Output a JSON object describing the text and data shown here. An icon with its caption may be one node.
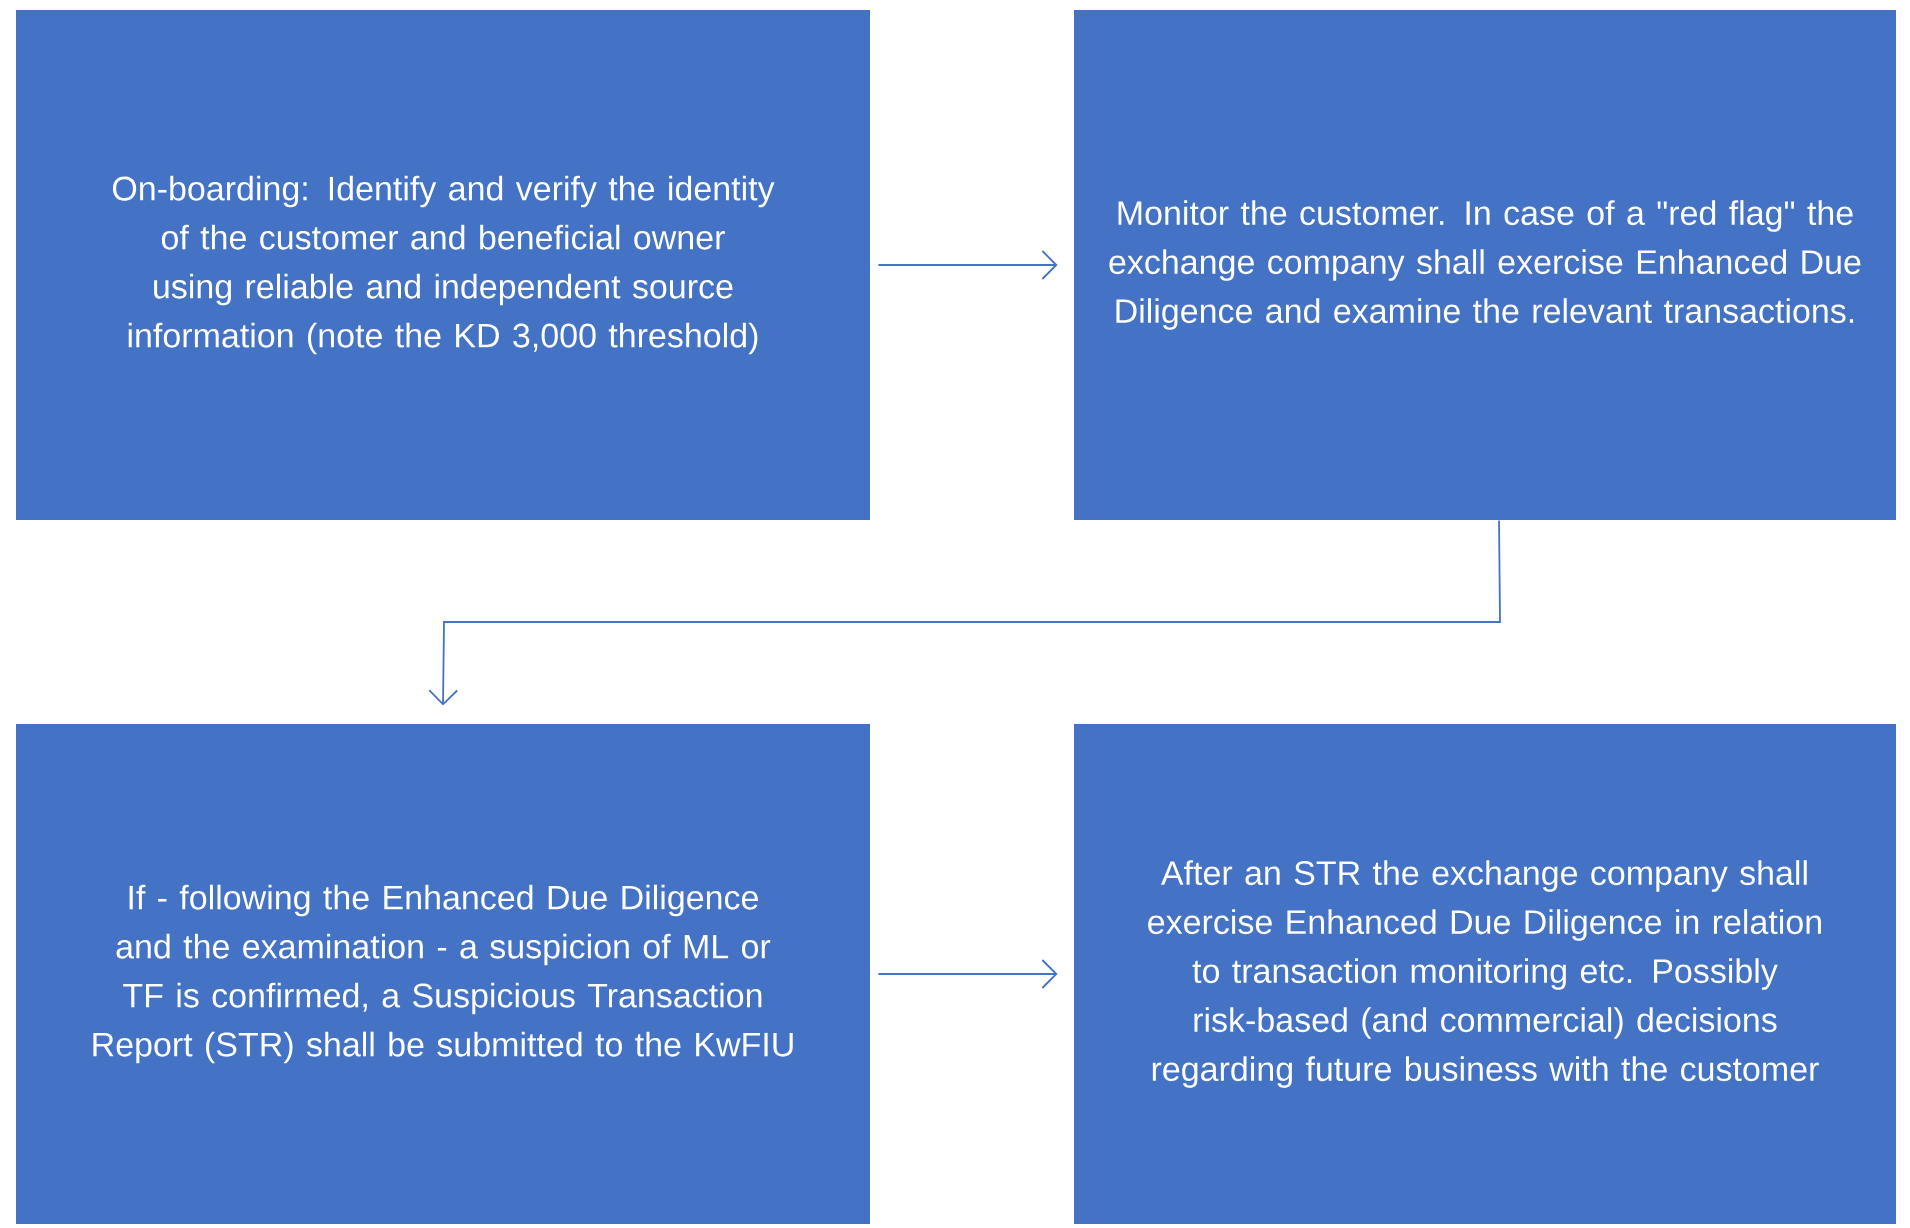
{
  "diagram": {
    "nodes": [
      {
        "text": [
          "On-boarding: Identify and verify the identity of the customer and beneficial owner using reliable and independent source information (note the KD 3,000 threshold)"
        ]
      },
      {
        "text": [
          "Monitor the customer. In case of a \"red flag\" the exchange company shall exercise Enhanced Due Diligence and examine the relevant transactions."
        ]
      },
      {
        "text": [
          "If - following the Enhanced Due Diligence and the examination - a suspicion of ML or TF is confirmed, a Suspicious Transaction Report (STR) shall be submitted to the KwFIU"
        ]
      },
      {
        "text": [
          "After an STR the exchange company shall exercise Enhanced Due Diligence in relation to transaction monitoring etc. Possibly risk-based (and commercial) decisions regarding future business with the customer"
        ]
      }
    ],
    "edges": [
      {
        "from": 0,
        "to": 1,
        "arrow": "to"
      },
      {
        "from": 1,
        "to": 2,
        "arrow": "to"
      },
      {
        "from": 2,
        "to": 3,
        "arrow": "to"
      }
    ]
  }
}
